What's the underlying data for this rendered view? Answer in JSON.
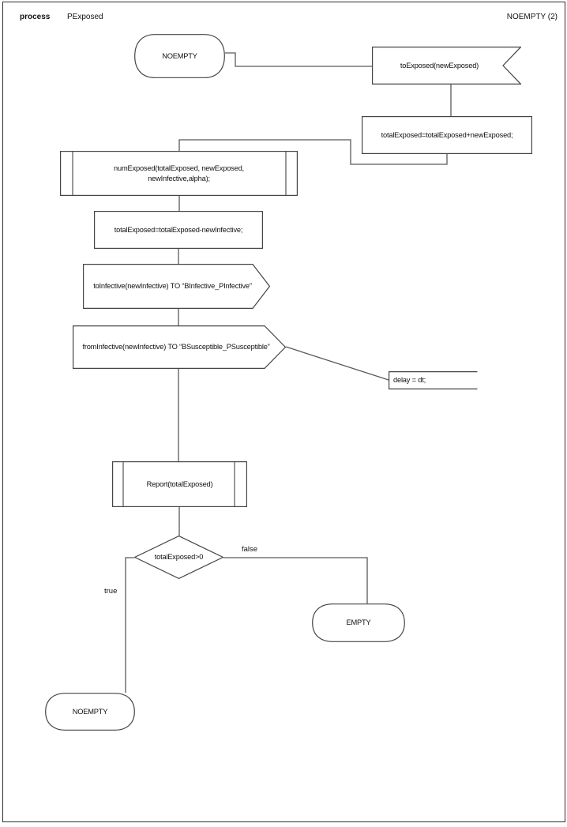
{
  "header": {
    "kind_label": "process",
    "process_name": "PExposed",
    "page_ref": "NOEMPTY (2)"
  },
  "nodes": {
    "start_state": {
      "label": "NOEMPTY"
    },
    "input_toexposed": {
      "label": "toExposed(newExposed)"
    },
    "task_add": {
      "label": "totalExposed=totalExposed+newExposed;"
    },
    "proc_numexposed": {
      "label": "numExposed(totalExposed, newExposed,\nnewInfective,alpha);"
    },
    "task_sub": {
      "label": "totalExposed=totalExposed-newInfective;"
    },
    "output_toinfective": {
      "label": "toInfective(newInfective) TO “BInfective_PInfective”"
    },
    "output_frominfective": {
      "label": "fromInfective(newInfective) TO “BSusceptible_PSusceptible”"
    },
    "comment_delay": {
      "label": "delay = dt;"
    },
    "proc_report": {
      "label": "Report(totalExposed)"
    },
    "decision_total": {
      "label": "totalExposed>0"
    },
    "empty_state": {
      "label": "EMPTY"
    },
    "end_state": {
      "label": "NOEMPTY"
    }
  },
  "branch_labels": {
    "false_branch": "false",
    "true_branch": "true"
  },
  "colors": {
    "line": "#595959",
    "border": "#454545",
    "text": "#111111",
    "background": "#ffffff"
  }
}
